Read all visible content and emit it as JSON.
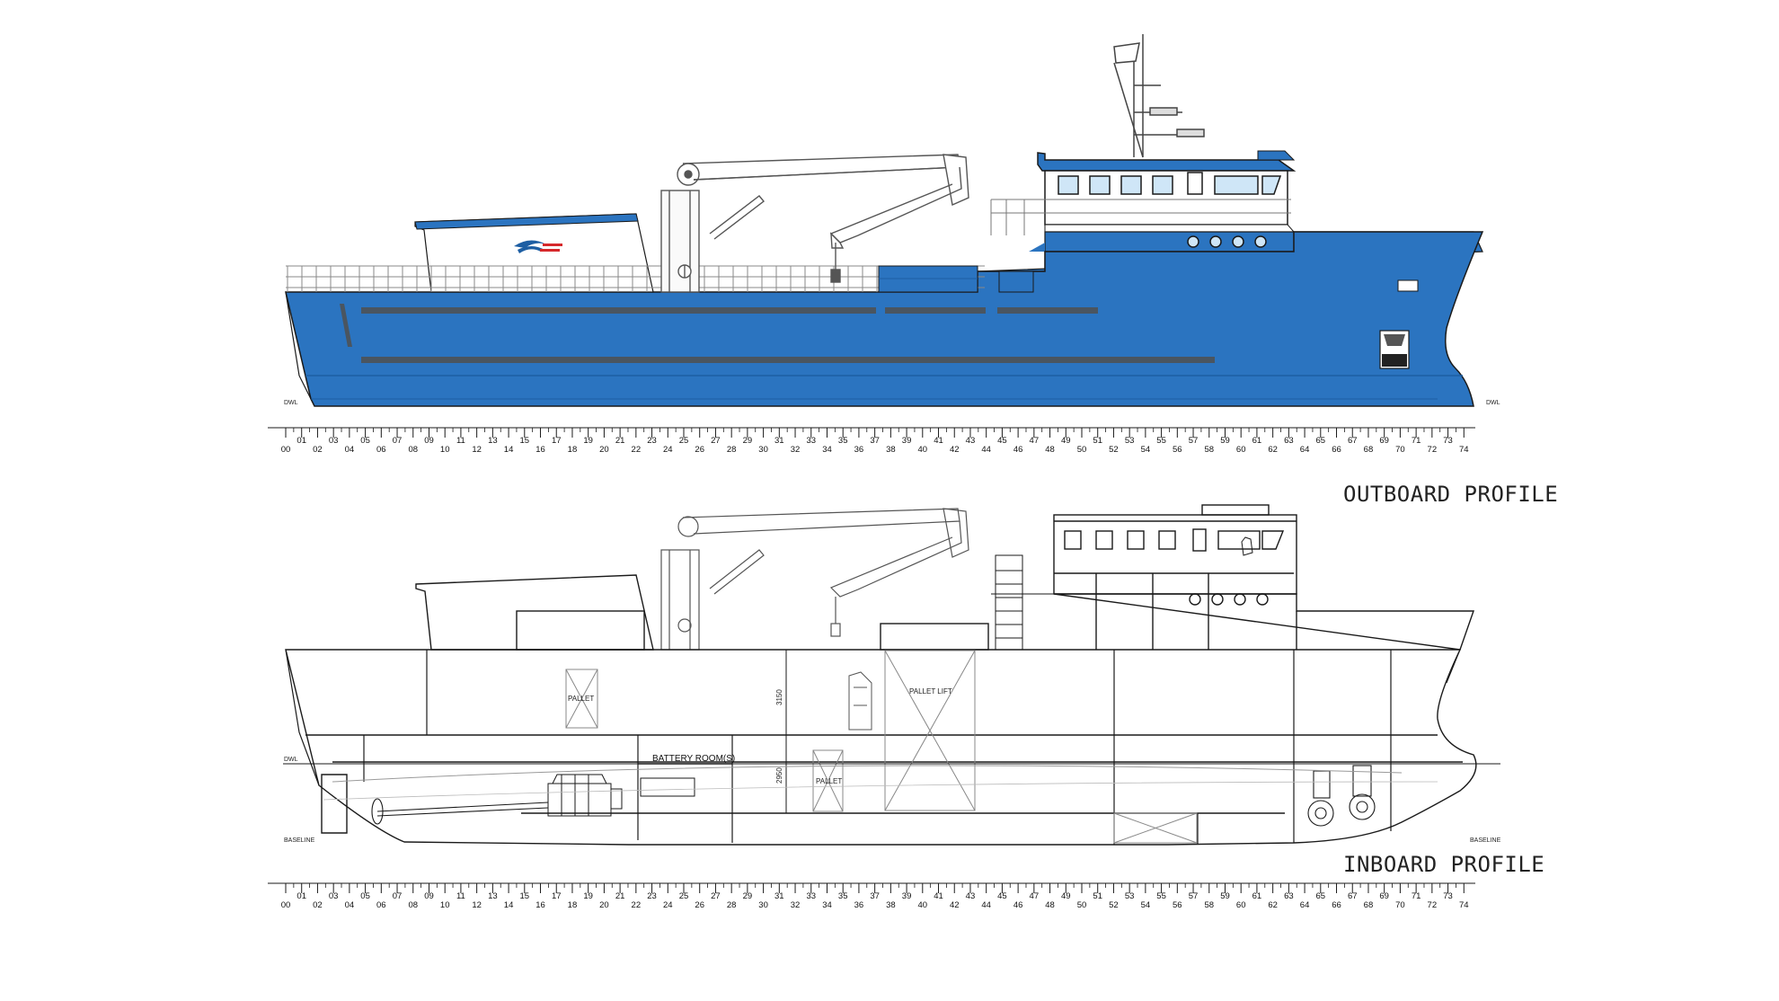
{
  "titles": {
    "outboard": "OUTBOARD PROFILE",
    "inboard": "INBOARD PROFILE"
  },
  "labels": {
    "dwl": "DWL",
    "baseline": "BASELINE",
    "battery_room": "BATTERY ROOM(S)",
    "pallet_1": "PALLET",
    "pallet_2": "PALLET",
    "pallet_lift": "PALLET LIFT",
    "dim_upper": "3150",
    "dim_lower": "2950"
  },
  "frame_scale": {
    "start": 0,
    "end": 74,
    "labels": [
      "00",
      "01",
      "02",
      "03",
      "04",
      "05",
      "06",
      "07",
      "08",
      "09",
      "10",
      "11",
      "12",
      "13",
      "14",
      "15",
      "16",
      "17",
      "18",
      "19",
      "20",
      "21",
      "22",
      "23",
      "24",
      "25",
      "26",
      "27",
      "28",
      "29",
      "30",
      "31",
      "32",
      "33",
      "34",
      "35",
      "36",
      "37",
      "38",
      "39",
      "40",
      "41",
      "42",
      "43",
      "44",
      "45",
      "46",
      "47",
      "48",
      "49",
      "50",
      "51",
      "52",
      "53",
      "54",
      "55",
      "56",
      "57",
      "58",
      "59",
      "60",
      "61",
      "62",
      "63",
      "64",
      "65",
      "66",
      "67",
      "68",
      "69",
      "70",
      "71",
      "72",
      "73",
      "74"
    ]
  },
  "colors": {
    "hull_blue": "#2b74c0",
    "hull_blue_dark": "#1d5ea3",
    "line": "#1a1a1a",
    "thin_line": "#9a9a9a",
    "stripe": "#4a5560",
    "logo_red": "#d6282b"
  }
}
